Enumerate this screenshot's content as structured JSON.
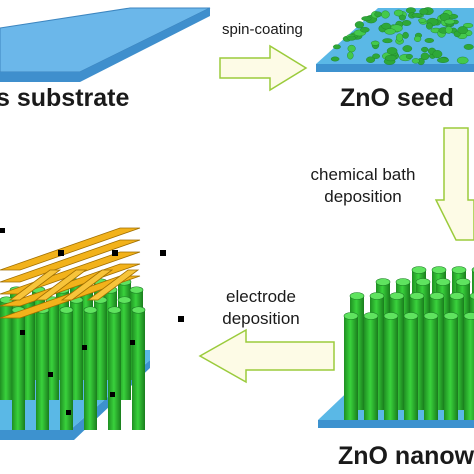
{
  "diagram": {
    "labels": {
      "substrate": "s substrate",
      "zno_seed": "ZnO seed",
      "zno_nanowire": "ZnO nanowir",
      "spin_coating": "spin-coating",
      "chemical_bath_line1": "chemical bath",
      "chemical_bath_line2": "deposition",
      "electrode_line1": "electrode",
      "electrode_line2": "deposition"
    },
    "colors": {
      "substrate_blue": "#5aa8e0",
      "seed_green": "#3fc24a",
      "wire_green": "#27b82c",
      "electrode_yellow": "#f2b21b",
      "arrow_fill": "#fdfbe6",
      "arrow_stroke": "#9bcb3c"
    }
  }
}
